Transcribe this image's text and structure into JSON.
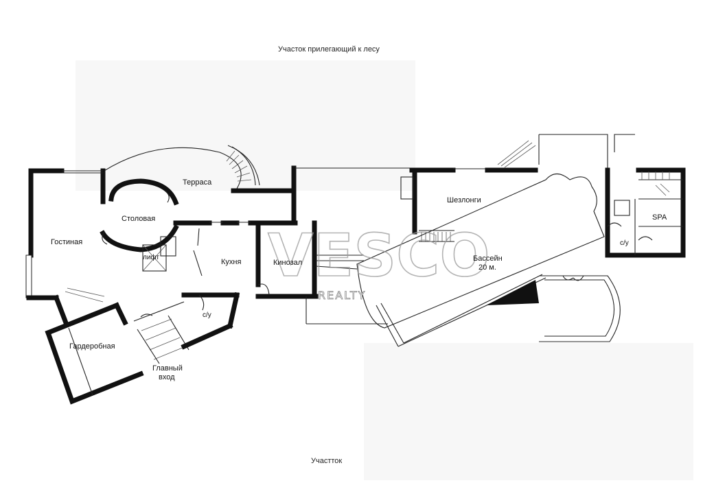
{
  "site": {
    "top_label": "Участок прилегающий к лесу",
    "bottom_label": "Участток"
  },
  "rooms": {
    "terrace": "Терраса",
    "dining": "Столовая",
    "living": "Гостиная",
    "lift": "лифт",
    "kitchen": "Кухня",
    "cinema": "Кинозал",
    "wardrobe": "Гардеробная",
    "entrance_line1": "Главный",
    "entrance_line2": "вход",
    "wc_left": "с/у",
    "loungers": "Шезлонги",
    "pool_line1": "Бассейн",
    "pool_line2": "20 м.",
    "spa": "SPA",
    "wc_right": "с/у"
  },
  "watermark": {
    "brand": "VESCO",
    "sub": "REALTY"
  }
}
